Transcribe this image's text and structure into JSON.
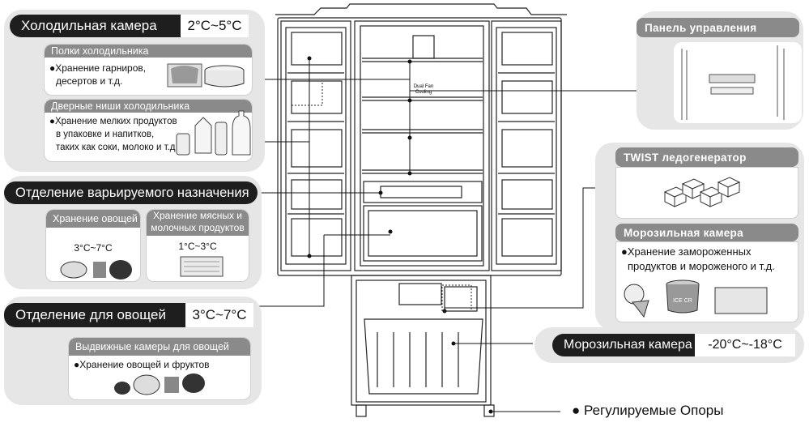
{
  "fridge_chamber": {
    "title": "Холодильная камера",
    "temp": "2°C~5°C",
    "shelves": {
      "title": "Полки холодильника",
      "text_line1": "●Хранение гарниров,",
      "text_line2": "десертов и т.д."
    },
    "door_bins": {
      "title": "Дверные ниши холодильника",
      "text_line1": "●Хранение мелких продуктов",
      "text_line2": "в упаковке и напитков,",
      "text_line3": "таких как соки, молоко и т.д."
    }
  },
  "variable_compartment": {
    "title": "Отделение варьируемого назначения",
    "vegetables": {
      "title": "Хранение овощей",
      "temp": "3°C~7°C"
    },
    "meat_dairy": {
      "title_line1": "Хранение мясных и",
      "title_line2": "молочных продуктов",
      "temp": "1°C~3°C"
    }
  },
  "vegetable_compartment": {
    "title": "Отделение для овощей",
    "temp": "3°C~7°C",
    "drawers": {
      "title": "Выдвижные камеры для овощей",
      "text": "●Хранение овощей и фруктов"
    }
  },
  "control_panel": {
    "title": "Панель управления"
  },
  "ice_maker": {
    "title": "TWIST ледогенератор"
  },
  "freezer": {
    "title": "Морозильная камера",
    "text_line1": "●Хранение замороженных",
    "text_line2": "продуктов и мороженого и т.д.",
    "label": "Морозильная камера",
    "temp": "-20°C~-18°C"
  },
  "fridge_inner_label": {
    "line1": "Dual Fan",
    "line2": "Cooling"
  },
  "ice_cream_label": "ICE CR",
  "adjustable_feet": "● Регулируемые Опоры"
}
